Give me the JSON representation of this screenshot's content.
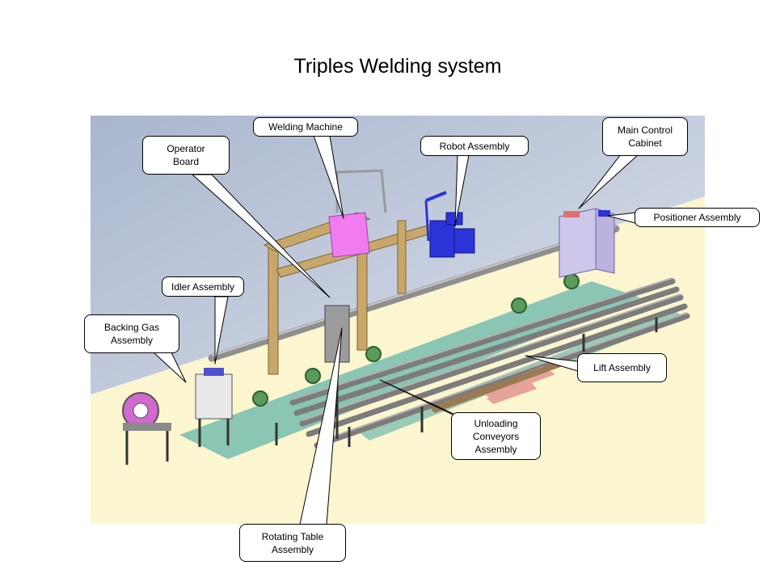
{
  "title": "Triples Welding system",
  "callouts": {
    "welding_machine": "Welding Machine",
    "operator_board": "Operator\nBoard",
    "robot_assembly": "Robot Assembly",
    "main_control_cabinet": "Main Control\nCabinet",
    "positioner_assembly": "Positioner Assembly",
    "idler_assembly": "Idler Assembly",
    "backing_gas_assembly": "Backing Gas\nAssembly",
    "lift_assembly": "Lift Assembly",
    "unloading_conveyors_assembly": "Unloading\nConveyors\nAssembly",
    "rotating_table_assembly": "Rotating Table\nAssembly"
  },
  "colors": {
    "background_wall": "#b7c2d6",
    "floor": "#fbf6cf",
    "frame_tan": "#c8a86a",
    "pipe_gray": "#8f8f8f",
    "machine_pink": "#f07cf0",
    "robot_blue": "#2b34d8",
    "cabinet_lavender": "#cfc6ec",
    "conveyor_teal": "#5fb5a7",
    "pallet_salmon": "#e6a39a"
  }
}
